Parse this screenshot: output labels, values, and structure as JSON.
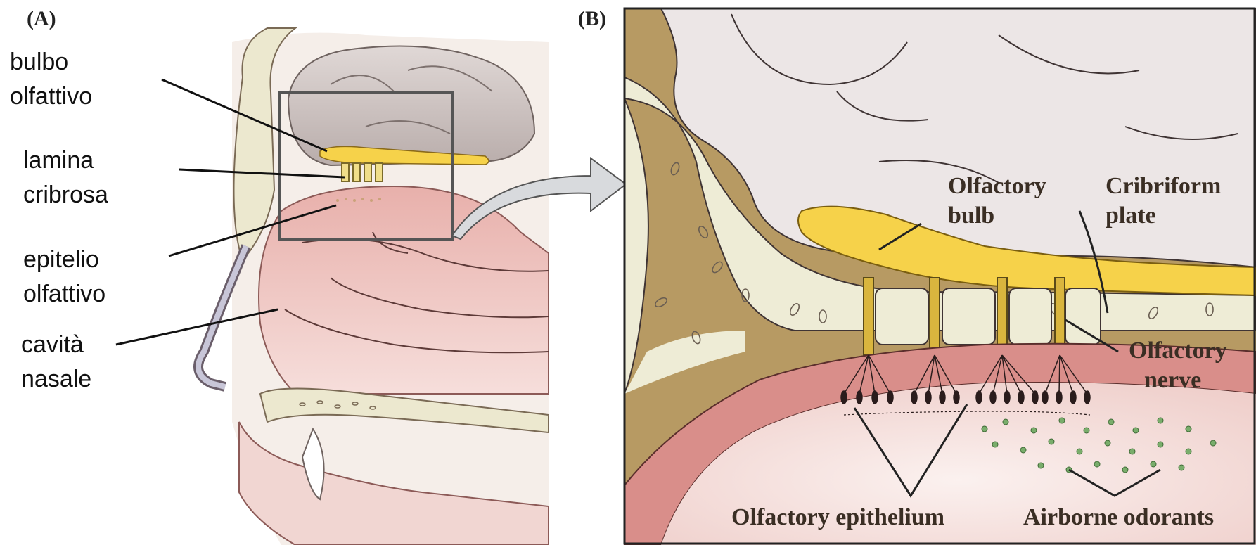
{
  "panels": {
    "a": {
      "letter": "(A)"
    },
    "b": {
      "letter": "(B)"
    }
  },
  "labels_it": {
    "olfactory_bulb": [
      "bulbo",
      "olfattivo"
    ],
    "cribriform_plate": [
      "lamina",
      "cribrosa"
    ],
    "olfactory_epithelium": [
      "epitelio",
      "olfattivo"
    ],
    "nasal_cavity": [
      "cavità",
      "nasale"
    ]
  },
  "labels_en": {
    "olfactory_bulb": [
      "Olfactory",
      "bulb"
    ],
    "cribriform_plate": [
      "Cribriform",
      "plate"
    ],
    "olfactory_nerve": [
      "Olfactory",
      "nerve"
    ],
    "olfactory_epithelium": "Olfactory epithelium",
    "airborne_odorants": "Airborne odorants"
  },
  "colors": {
    "bulb_yellow": "#f6d24a",
    "mucosa_pink": "#d98e8a",
    "bone_cream": "#eeecd6",
    "brain_grey": "#c9bfbd",
    "dura_tan": "#b79a63",
    "odorant_green": "#79ad6b"
  }
}
